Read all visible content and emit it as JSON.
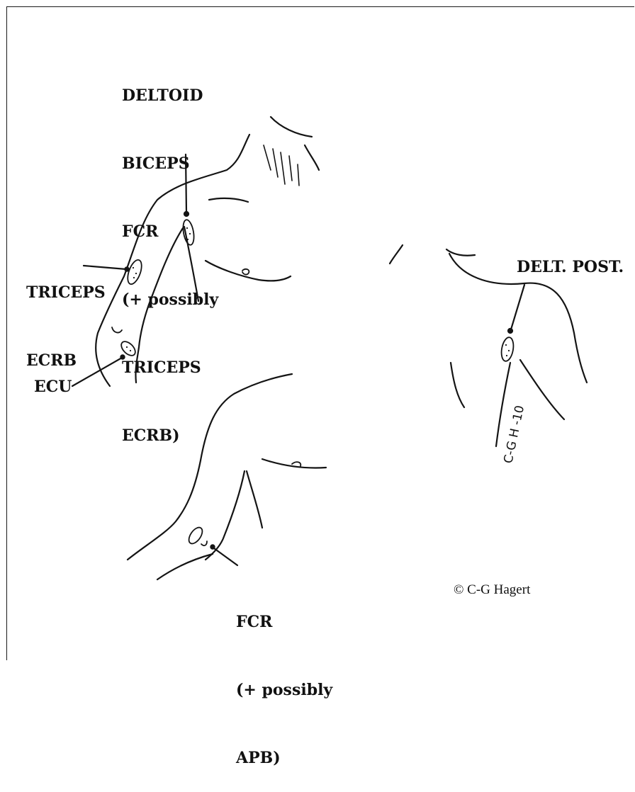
{
  "labels": {
    "top": [
      "DELTOID",
      "BICEPS",
      "FCR",
      "(+ possibly",
      "TRICEPS",
      "ECRB)"
    ],
    "triceps": [
      "TRICEPS",
      "ECRB"
    ],
    "ecu": "ECU",
    "delt_post": "DELT. POST.",
    "bottom": [
      "FCR",
      "(+ possibly",
      "APB)"
    ]
  },
  "signature": "C-G H -10",
  "copyright": "© C-G Hagert"
}
